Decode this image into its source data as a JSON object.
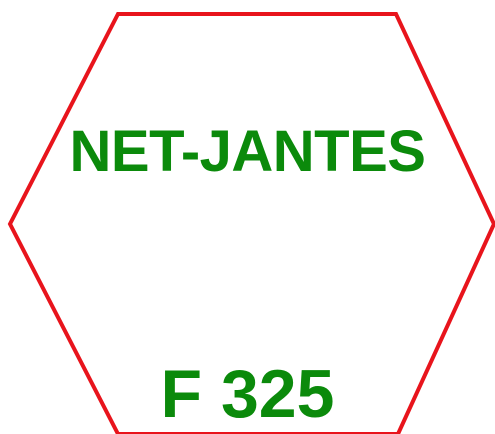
{
  "sign": {
    "title": "NET-JANTES",
    "code": "F 325",
    "text_color": "#0b8a0b",
    "outline_color": "#e8141c",
    "shape": "hexagon"
  }
}
